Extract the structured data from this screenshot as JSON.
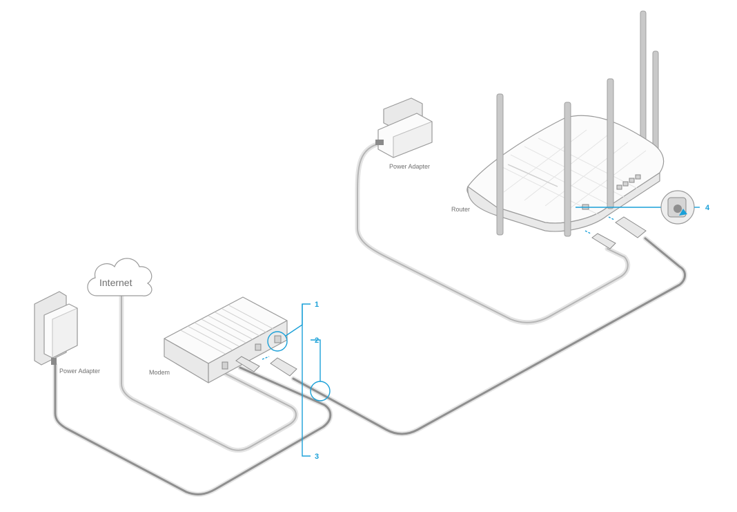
{
  "labels": {
    "internet": "Internet",
    "modem": "Modem",
    "router": "Router",
    "power_adapter_left": "Power Adapter",
    "power_adapter_right": "Power Adapter"
  },
  "steps": [
    "1",
    "2",
    "3",
    "4"
  ],
  "colors": {
    "callout": "#1aa0d8",
    "cable": "#8f8f8f",
    "device_outline": "#9a9a9a",
    "label_text": "#6f6f6f"
  }
}
